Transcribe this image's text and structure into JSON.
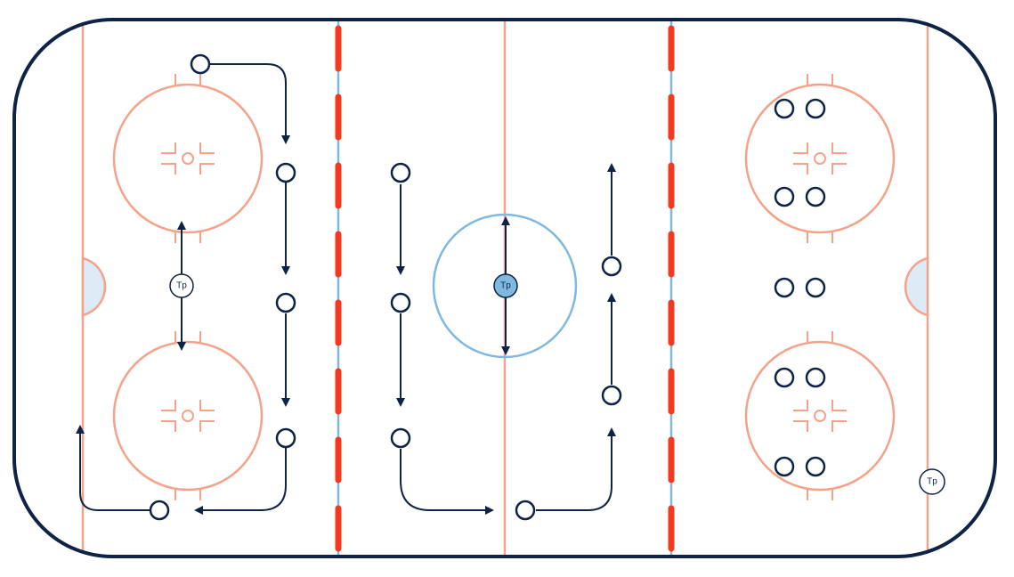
{
  "diagram": {
    "coach_label": "Tp",
    "colors": {
      "boards": "#0f2346",
      "rink_markings": "#f4a38a",
      "center_circle": "#7fb9df",
      "blue_line": "#7fb9df",
      "red_dashes": "#f43a1e",
      "crease_fill": "#dcebf6",
      "paths": "#0f2346",
      "puck_fill": "#7fb9df"
    },
    "players": [
      "player-left-top-start",
      "player-left-col-1",
      "player-left-col-2",
      "player-left-col-3",
      "player-left-bottom",
      "player-mid-col-1",
      "player-mid-col-2",
      "player-mid-col-3",
      "player-center-bottom",
      "player-right-col-1",
      "player-right-col-2",
      "player-zone-group"
    ],
    "icons": {
      "player": "circle-player-icon",
      "coach": "coach-tp-icon",
      "arrow": "arrow-path-icon"
    }
  }
}
